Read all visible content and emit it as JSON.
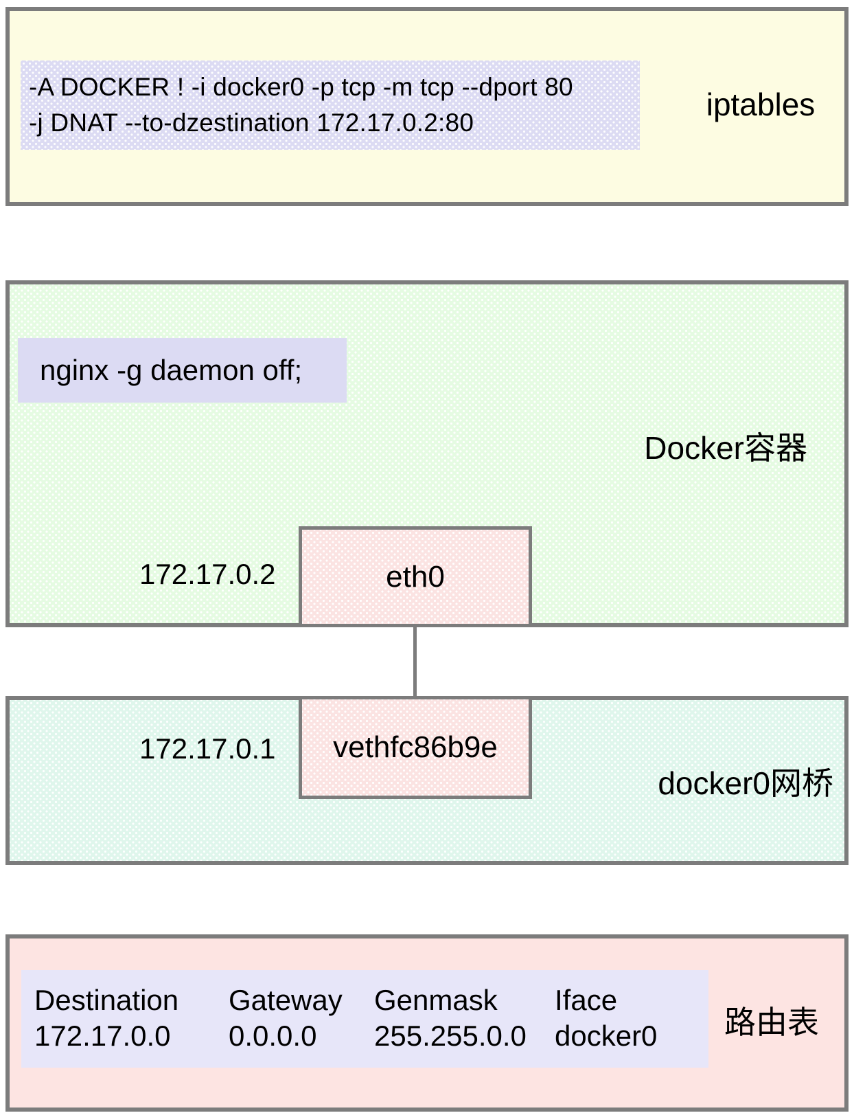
{
  "colors": {
    "border_gray": "#7c7c7c",
    "yellow_bg": "#fdfce2",
    "green_bg": "#e5fbe2",
    "mint_bg": "#dff6ec",
    "pink_bg": "#fde4e2",
    "inner_pink_bg": "#fbe3e2",
    "lavender_dotted_bg": "#dcdbf3",
    "lavender_flat_bg": "#e7e6f9",
    "text": "#000000"
  },
  "iptables_section": {
    "label": "iptables",
    "code_line1": "-A DOCKER ! -i docker0 -p tcp -m tcp --dport 80",
    "code_line2": "-j DNAT --to-dzestination 172.17.0.2:80"
  },
  "container_section": {
    "label": "Docker容器",
    "command": "nginx -g daemon off;",
    "ip": "172.17.0.2",
    "interface": "eth0"
  },
  "bridge_section": {
    "label": "docker0网桥",
    "ip": "172.17.0.1",
    "interface": "vethfc86b9e"
  },
  "route_section": {
    "label": "路由表",
    "table": {
      "headers": [
        "Destination",
        "Gateway",
        "Genmask",
        "Iface"
      ],
      "row": [
        "172.17.0.0",
        "0.0.0.0",
        "255.255.0.0",
        "docker0"
      ]
    }
  }
}
